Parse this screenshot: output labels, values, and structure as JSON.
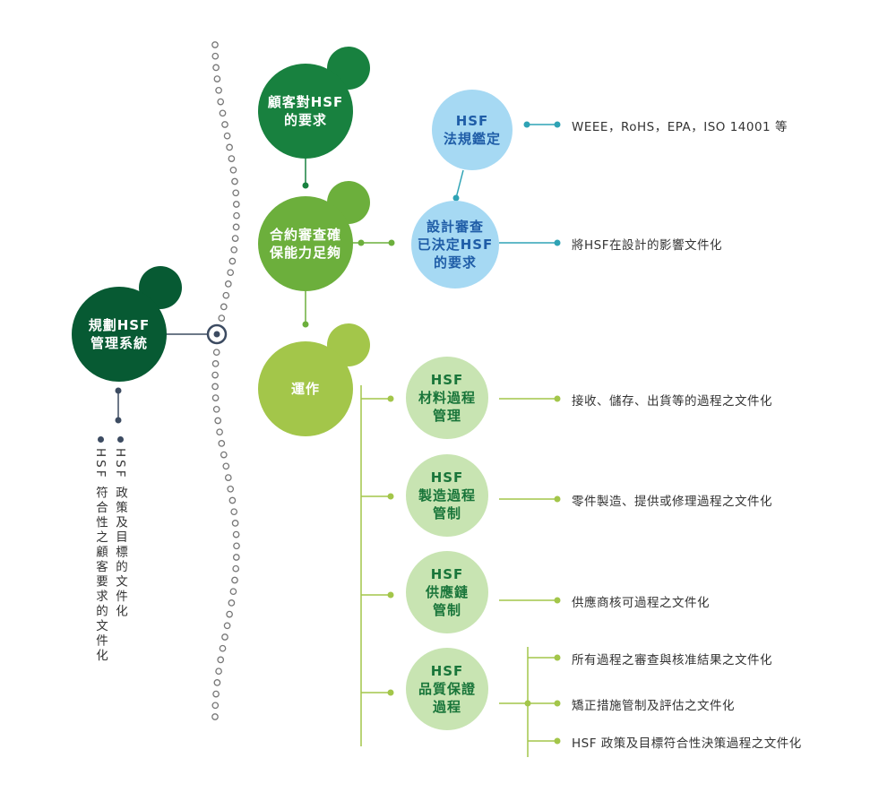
{
  "nodes": {
    "plan": "規劃HSF\n管理系統",
    "customer": "顧客對HSF\n的要求",
    "contract": "合約審查確\n保能力足夠",
    "operation": "運作",
    "regulation": "HSF\n法規鑑定",
    "design": "設計審查\n已決定HSF\n的要求",
    "material": "HSF\n材料過程\n管理",
    "manufacturing": "HSF\n製造過程\n管制",
    "supply_chain": "HSF\n供應鏈\n管制",
    "quality": "HSF\n品質保證\n過程"
  },
  "labels": {
    "regulation": "WEEE，RoHS，EPA，ISO 14001 等",
    "design": "將HSF在設計的影響文件化",
    "material": "接收、儲存、出貨等的過程之文件化",
    "manufacturing": "零件製造、提供或修理過程之文件化",
    "supply_chain": "供應商核可過程之文件化",
    "quality_1": "所有過程之審查與核准結果之文件化",
    "quality_2": "矯正措施管制及評估之文件化",
    "quality_3": "HSF 政策及目標符合性決策過程之文件化"
  },
  "plan_docs": [
    "HSF 政策及目標的文件化",
    "HSF 符合性之顧客要求的文件化"
  ],
  "colors": {
    "dark_green": "#075a33",
    "green": "#6caf3c",
    "lime": "#a3c64a",
    "pale_green": "#c8e4b2",
    "light_blue": "#a6d9f3",
    "teal": "#2fa3b5",
    "navy": "#3c4b61"
  }
}
